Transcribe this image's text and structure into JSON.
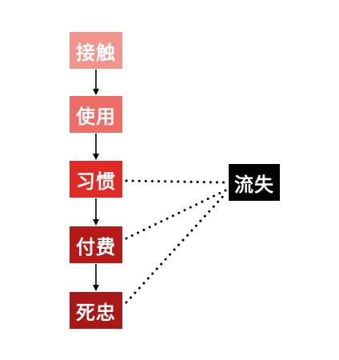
{
  "nodes": {
    "contact": {
      "label": "接触",
      "color": "#F3948F"
    },
    "use": {
      "label": "使用",
      "color": "#EE6E67"
    },
    "habit": {
      "label": "习惯",
      "color": "#E12A25"
    },
    "pay": {
      "label": "付费",
      "color": "#B61918"
    },
    "loyal": {
      "label": "死忠",
      "color": "#A91717"
    },
    "churn": {
      "label": "流失",
      "color": "#000000"
    }
  },
  "edges": {
    "solid": [
      [
        "contact",
        "use"
      ],
      [
        "use",
        "habit"
      ],
      [
        "habit",
        "pay"
      ],
      [
        "pay",
        "loyal"
      ]
    ],
    "dotted": [
      [
        "habit",
        "churn"
      ],
      [
        "pay",
        "churn"
      ],
      [
        "loyal",
        "churn"
      ]
    ]
  }
}
